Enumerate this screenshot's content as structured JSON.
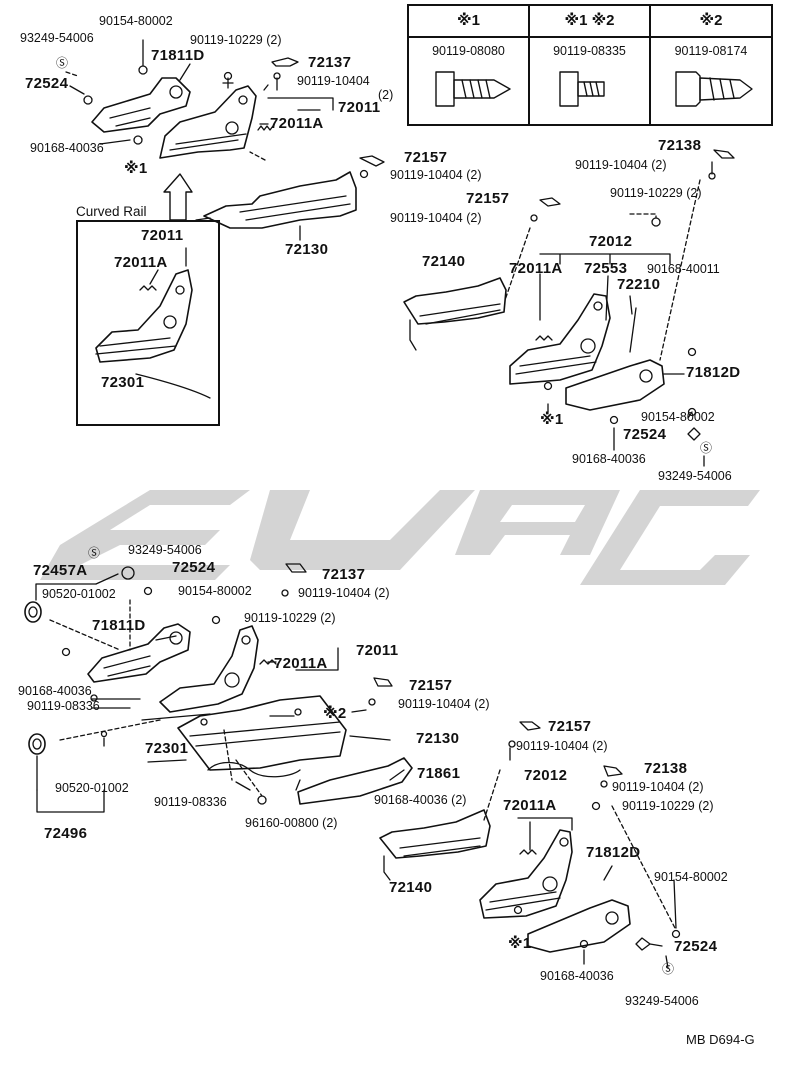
{
  "legend": {
    "columns": [
      {
        "header": "※1",
        "part": "90119-08080",
        "icon": "pointed-bolt-icon"
      },
      {
        "header": "※1 ※2",
        "part": "90119-08335",
        "icon": "flat-bolt-icon"
      },
      {
        "header": "※2",
        "part": "90119-08174",
        "icon": "tapered-bolt-icon"
      }
    ]
  },
  "inset": {
    "title": "Curved Rail"
  },
  "labels": {
    "t_93249": "93249-54006",
    "t_90154": "90154-80002",
    "t_71811d": "71811D",
    "t_90119_10229": "90119-10229 (2)",
    "t_72137": "72137",
    "t_90119_10404": "90119-10404",
    "t_two": "(2)",
    "t_72524": "72524",
    "t_72011": "72011",
    "t_72011a": "72011A",
    "t_90168": "90168-40036",
    "t_x1": "※1",
    "t_72157": "72157",
    "t_90119_10404_2": "90119-10404 (2)",
    "t_72130": "72130",
    "c_72011": "72011",
    "c_72011a": "72011A",
    "c_72301": "72301",
    "r_72138": "72138",
    "r_90119_10404": "90119-10404 (2)",
    "r_90119_10229": "90119-10229 (2)",
    "r_72157": "72157",
    "r_90119_10404b": "90119-10404 (2)",
    "r_72012": "72012",
    "r_72140": "72140",
    "r_72011a": "72011A",
    "r_72553": "72553",
    "r_90168_40011": "90168-40011",
    "r_72210": "72210",
    "r_71812d": "71812D",
    "r_x1": "※1",
    "r_90154": "90154-80002",
    "r_72524": "72524",
    "r_90168": "90168-40036",
    "r_93249": "93249-54006",
    "b_93249": "93249-54006",
    "b_72457a": "72457A",
    "b_72524": "72524",
    "b_72137": "72137",
    "b_90520": "90520-01002",
    "b_90154": "90154-80002",
    "b_90119_10404": "90119-10404 (2)",
    "b_90119_10229": "90119-10229 (2)",
    "b_71811d": "71811D",
    "b_72011": "72011",
    "b_72011a": "72011A",
    "b_90168": "90168-40036",
    "b_90119_08336": "90119-08336",
    "b_72157": "72157",
    "b_90119_10404b": "90119-10404 (2)",
    "b_x2": "※2",
    "b_72301": "72301",
    "b_72130": "72130",
    "b_90520b": "90520-01002",
    "b_71861": "71861",
    "b_90119_08336b": "90119-08336",
    "b_90168_2": "90168-40036 (2)",
    "b_96160": "96160-00800 (2)",
    "b_72496": "72496",
    "b_72157b": "72157",
    "b_90119_10404c": "90119-10404 (2)",
    "b_72012": "72012",
    "b_72138": "72138",
    "b_90119_10404d": "90119-10404 (2)",
    "b_72011a2": "72011A",
    "b_90119_10229b": "90119-10229 (2)",
    "b_71812d": "71812D",
    "b_90154b": "90154-80002",
    "b_72140": "72140",
    "b_x1": "※1",
    "b_72524b": "72524",
    "b_90168b": "90168-40036",
    "b_93249b": "93249-54006"
  },
  "footer": {
    "ref": "MB D694-G"
  },
  "colors": {
    "ink": "#111111",
    "watermark": "#d4d4d4"
  }
}
